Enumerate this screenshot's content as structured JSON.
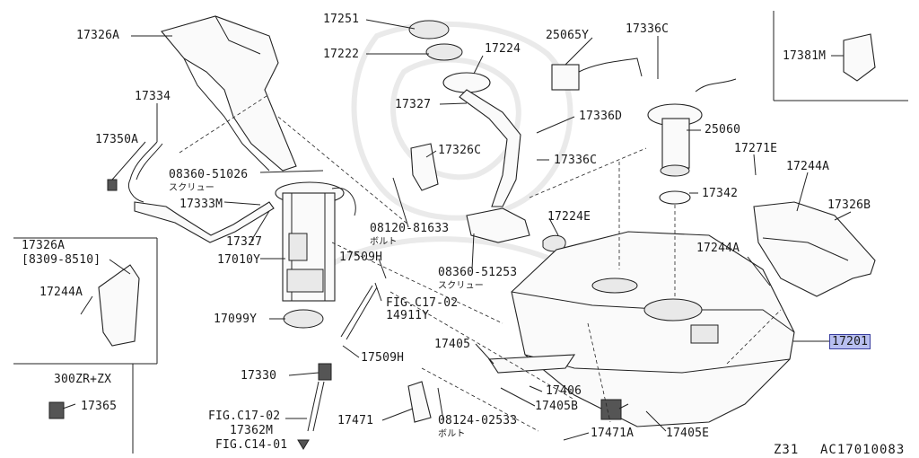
{
  "labels": {
    "p17326A": "17326A",
    "p17334": "17334",
    "p17350A": "17350A",
    "p08360_51026": "08360-51026",
    "screw_1": "スクリュー",
    "p17333M": "17333M",
    "p17327_lower": "17327",
    "p17010Y": "17010Y",
    "p17099Y": "17099Y",
    "p17251": "17251",
    "p17222": "17222",
    "p17224": "17224",
    "p17327_upper": "17327",
    "p17326C": "17326C",
    "p08120_81633": "08120-81633",
    "bolt_1": "ボルト",
    "p17509H_upper": "17509H",
    "p08360_51253": "08360-51253",
    "screw_2": "スクリュー",
    "fig_c17_02_mid": "FIG.C17-02",
    "p14911Y": "14911Y",
    "p17509H_lower": "17509H",
    "p25065Y": "25065Y",
    "p17336C_top": "17336C",
    "p17336D": "17336D",
    "p17336C_mid": "17336C",
    "p25060": "25060",
    "p17342": "17342",
    "p17224E": "17224E",
    "p17271E": "17271E",
    "p17244A_right": "17244A",
    "p17326B": "17326B",
    "p17244A_mid": "17244A",
    "p17201": "17201",
    "p17381M": "17381M",
    "inset_17326A": "17326A",
    "inset_date": "[8309-8510]",
    "inset_17244A": "17244A",
    "model_note": "300ZR+ZX",
    "p17365": "17365",
    "p17330": "17330",
    "fig_c17_02_low": "FIG.C17-02",
    "p17362M": "17362M",
    "fig_c14_01": "FIG.C14-01",
    "p17405": "17405",
    "p17406": "17406",
    "p17405B": "17405B",
    "p17471": "17471",
    "p08124_02533": "08124-02533",
    "bolt_2": "ボルト",
    "p17471A": "17471A",
    "p17405E": "17405E",
    "footer_model": "Z31",
    "footer_code": "AC17010083"
  },
  "colors": {
    "highlight_fill": "#b8bff0",
    "highlight_border": "#3a3fa0",
    "line": "#222222"
  }
}
